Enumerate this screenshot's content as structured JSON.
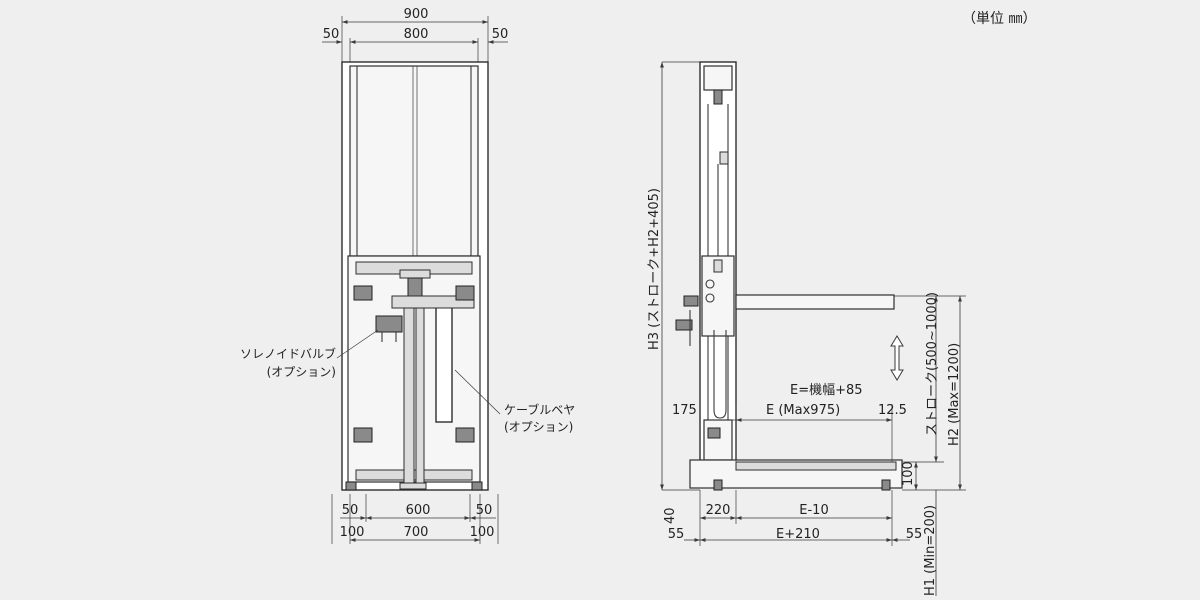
{
  "unit_note": "（単位 ㎜）",
  "front_view": {
    "dims": {
      "total_width": "900",
      "inner_width": "800",
      "side_left": "50",
      "side_right": "50",
      "bottom_inner": "600",
      "bottom_outer": "700",
      "bottom_side_left": "50",
      "bottom_side_right": "50",
      "bottom_edge_left": "100",
      "bottom_edge_right": "100"
    },
    "labels": {
      "solenoid_line1": "ソレノイドバルブ",
      "solenoid_line2": "(オプション)",
      "cable_line1": "ケーブルベヤ",
      "cable_line2": "(オプション)"
    }
  },
  "side_view": {
    "dims": {
      "h3": "H3 (ストローク+H2+405)",
      "stroke": "ストローク(500~1000)",
      "h2": "H2 (Max=1200)",
      "h1": "H1 (Min=200)",
      "e_formula": "E=機幅+85",
      "e_max": "E (Max975)",
      "d175": "175",
      "d12_5": "12.5",
      "d100": "100",
      "d40": "40",
      "d220": "220",
      "e_minus_10": "E-10",
      "d55_left": "55",
      "e_plus_210": "E+210",
      "d55_right": "55"
    }
  }
}
